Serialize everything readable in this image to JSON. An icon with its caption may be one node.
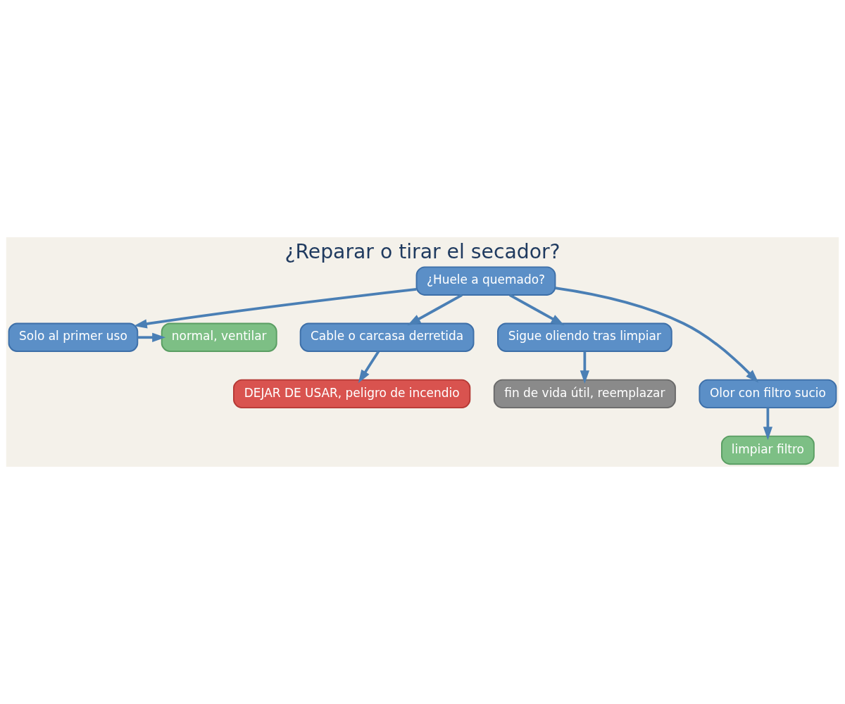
{
  "diagram": {
    "title": "¿Reparar o tirar el secador?",
    "nodes": [
      {
        "text": [
          "¿Huele a quemado?"
        ]
      },
      {
        "text": [
          "Solo al primer uso"
        ]
      },
      {
        "text": [
          "normal, ventilar"
        ]
      },
      {
        "text": [
          "Cable o carcasa derretida"
        ]
      },
      {
        "text": [
          "Sigue oliendo tras limpiar"
        ]
      },
      {
        "text": [
          "Olor con filtro sucio"
        ]
      },
      {
        "text": [
          "limpiar filtro"
        ]
      },
      {
        "text": [
          "DEJAR DE USAR, peligro de incendio"
        ]
      },
      {
        "text": [
          "fin de vida útil, reemplazar"
        ]
      }
    ],
    "edges": [
      {
        "from": 0,
        "to": 1,
        "arrow": "to"
      },
      {
        "from": 0,
        "to": 5,
        "arrow": "to"
      },
      {
        "from": 0,
        "to": 3,
        "arrow": "to"
      },
      {
        "from": 0,
        "to": 4,
        "arrow": "to"
      },
      {
        "from": 1,
        "to": 2,
        "arrow": "to"
      },
      {
        "from": 5,
        "to": 6,
        "arrow": "to"
      },
      {
        "from": 3,
        "to": 7,
        "arrow": "to"
      },
      {
        "from": 4,
        "to": 8,
        "arrow": "to"
      }
    ]
  }
}
